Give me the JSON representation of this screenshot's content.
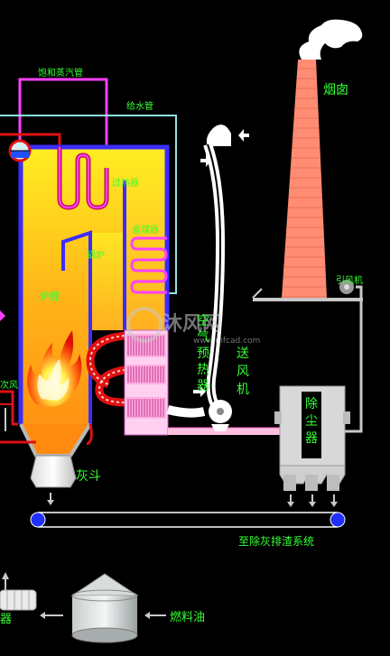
{
  "labels": {
    "saturated_steam_pipe": "饱和蒸汽管",
    "feed_water_pipe": "给水管",
    "superheater": "过热器",
    "economizer": "省煤器",
    "boiler": "锅炉",
    "furnace": "炉膛",
    "chimney": "烟囱",
    "induced_fan": "引风机",
    "air_preheater": "空气预热器",
    "forced_fan": "送风机",
    "dust_collector": "除尘器",
    "ash_hopper": "灰斗",
    "ash_removal": "至除灰排渣系统",
    "fuel_oil": "燃料油",
    "left_edge_air": "次风",
    "left_edge_device": "器"
  },
  "watermark": {
    "brand": "沐风网",
    "url": "www.mfcad.com"
  },
  "colors": {
    "background": "#000000",
    "label_green": "#33ff33",
    "label_white": "#ffffff",
    "wall_blue": "#3c2cff",
    "steam_pipe_magenta": "#ff40ff",
    "water_pipe_cyan": "#8fe6e6",
    "flue_pink": "#ffc0e0",
    "chimney_salmon": "#ff8c73",
    "furnace_yellow": "#ffee22",
    "furnace_orange": "#ff9a10",
    "drum_red": "#e01010",
    "conveyor_blue": "#2030ff"
  }
}
